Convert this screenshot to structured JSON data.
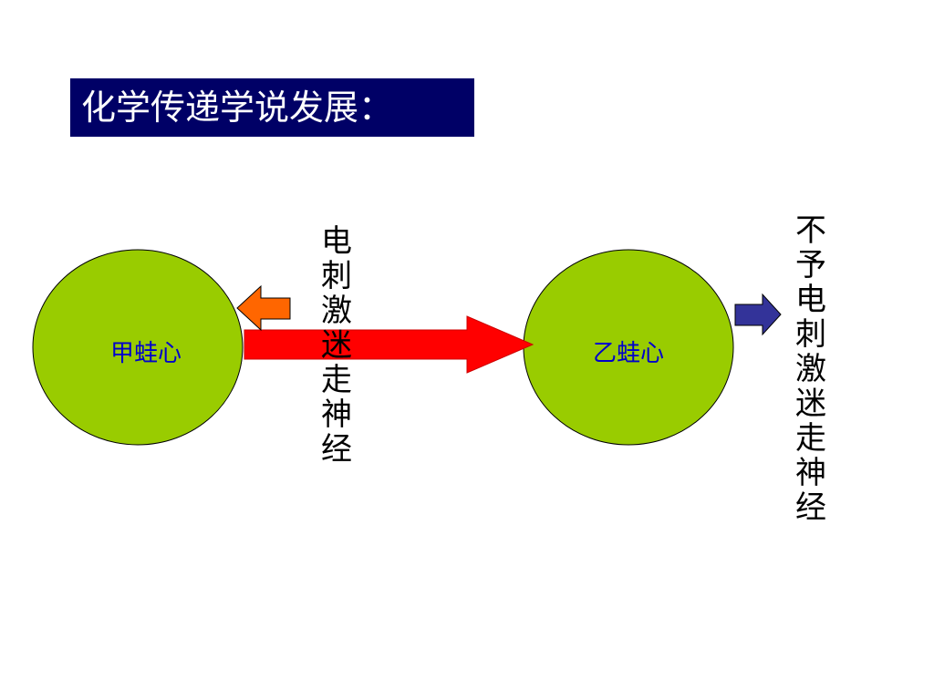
{
  "title": "化学传递学说发展：",
  "nodes": {
    "heart_a": "甲蛙心",
    "heart_b": "乙蛙心"
  },
  "labels": {
    "stimulate_vagus": "电刺激迷走神经",
    "no_stimulate_vagus": "不予电刺激迷走神经"
  },
  "colors": {
    "title_bg": "#000066",
    "title_text": "#ffffff",
    "heart_fill": "#99cc00",
    "heart_text": "#0000cc",
    "main_arrow": "#ff0000",
    "left_arrow": "#ff6600",
    "right_arrow": "#333399"
  }
}
